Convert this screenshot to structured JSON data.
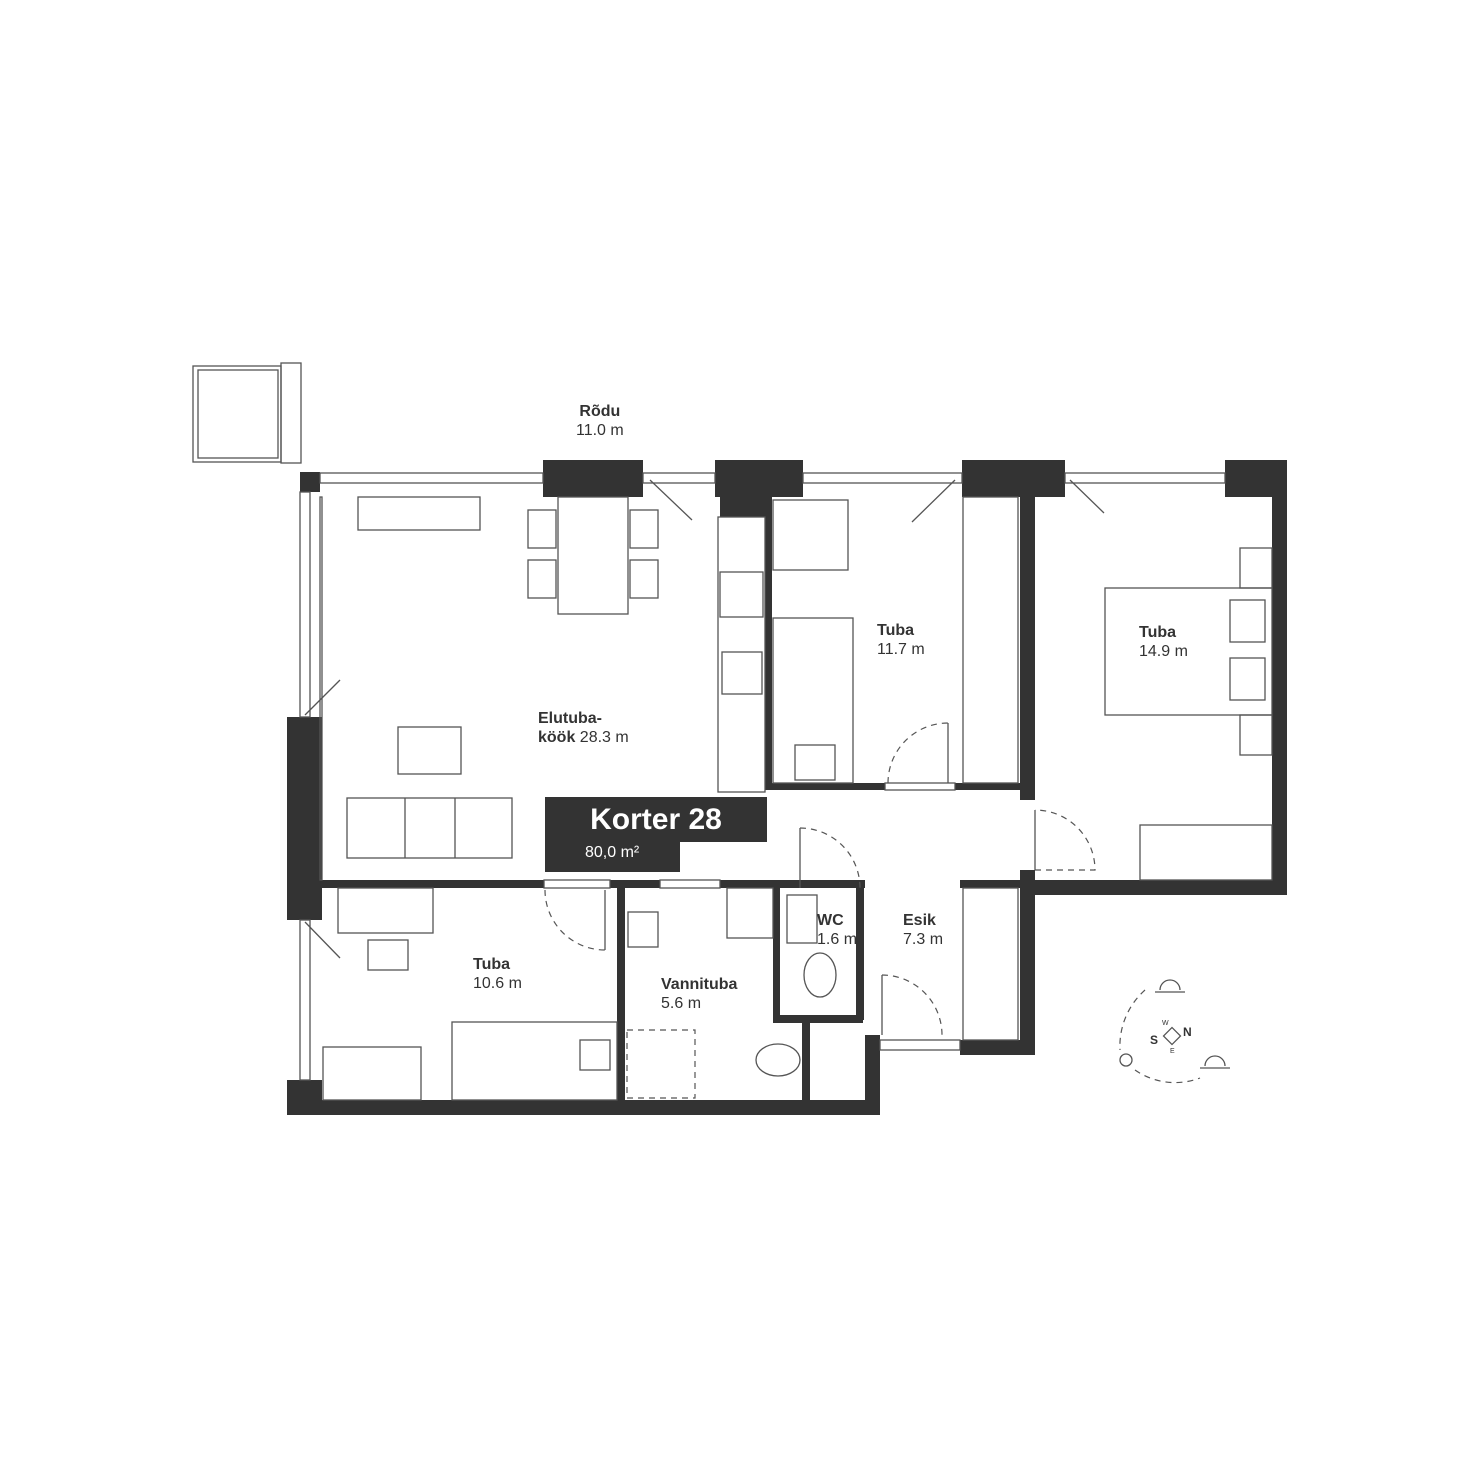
{
  "plan": {
    "apartment_title": "Korter 28",
    "apartment_area": "80,0 m²",
    "rooms": [
      {
        "name": "Rõdu",
        "area": "11.0 m"
      },
      {
        "name": "Elutuba-",
        "name2": "köök",
        "area": "28.3 m"
      },
      {
        "name": "Tuba",
        "area": "11.7 m"
      },
      {
        "name": "Tuba",
        "area": "14.9 m"
      },
      {
        "name": "Tuba",
        "area": "10.6 m"
      },
      {
        "name": "Vannituba",
        "area": "5.6 m"
      },
      {
        "name": "WC",
        "area": "1.6 m"
      },
      {
        "name": "Esik",
        "area": "7.3 m"
      }
    ],
    "compass": {
      "s": "S",
      "n": "N",
      "w": "W",
      "e": "E"
    },
    "colors": {
      "wall": "#333333",
      "line": "#555555"
    }
  }
}
